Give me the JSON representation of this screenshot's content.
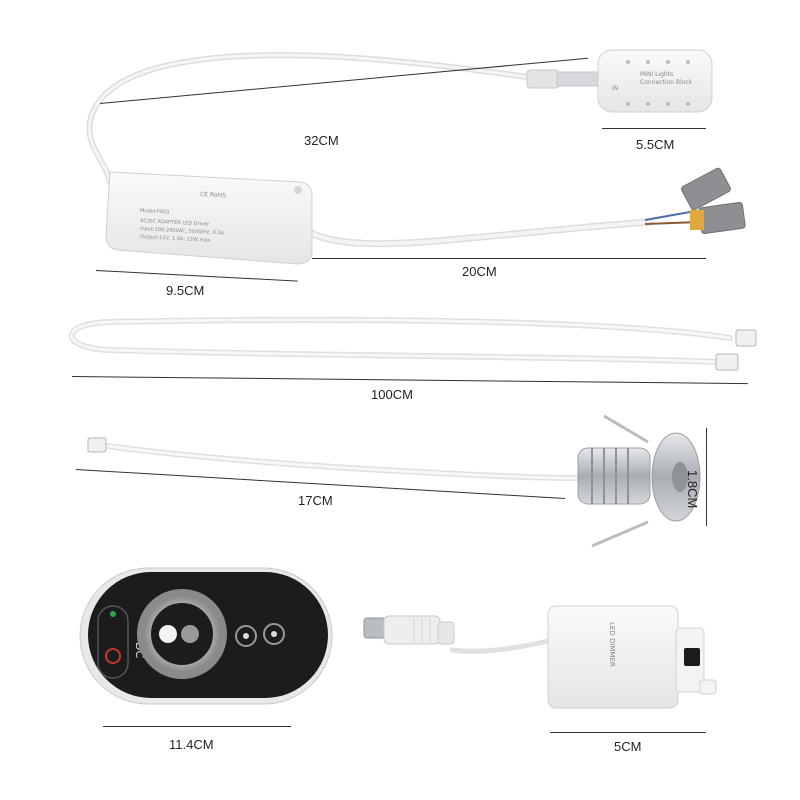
{
  "dimensions": {
    "connector_block_cable": "32CM",
    "connector_block": "5.5CM",
    "driver_output_cable": "20CM",
    "driver": "9.5CM",
    "extension_cable": "100CM",
    "spotlight_cable": "17CM",
    "spotlight_diameter": "1.8CM",
    "remote": "11.4CM",
    "dimmer": "5CM"
  },
  "product_labels": {
    "connector_block_title": "MINI Lights",
    "connector_block_subtitle": "Connection Block",
    "connector_block_in": "IN",
    "driver_marks": "CE RoHS",
    "driver_model": "Model:P003",
    "driver_lines": [
      "AC/DC ADAPTER LED Driver",
      "Input:100-240VAC, 50/60Hz, 0.3A",
      "Output:12V, 1.0A, 12W max"
    ],
    "dimmer_title": "LED DIMMER",
    "remote_dc": "DC"
  },
  "colors": {
    "cable": "#e9eaec",
    "remote_body": "#1c1c1e",
    "aluminium": "#b9bcc0",
    "wago_connector": "#8d8f92"
  }
}
